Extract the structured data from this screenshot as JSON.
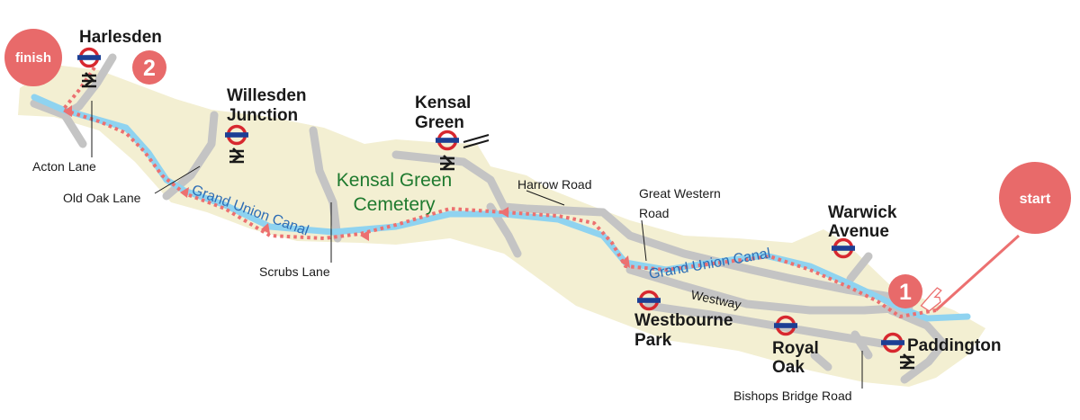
{
  "markers": {
    "finish": "finish",
    "start": "start",
    "waypoint_1": "1",
    "waypoint_2": "2"
  },
  "stations": {
    "harlesden": "Harlesden",
    "willesden_1": "Willesden",
    "willesden_2": "Junction",
    "kensal_1": "Kensal",
    "kensal_2": "Green",
    "warwick_1": "Warwick",
    "warwick_2": "Avenue",
    "westbourne_1": "Westbourne",
    "westbourne_2": "Park",
    "royal_1": "Royal",
    "royal_2": "Oak",
    "paddington": "Paddington"
  },
  "roads": {
    "acton_lane": "Acton Lane",
    "old_oak_lane": "Old Oak Lane",
    "scrubs_lane": "Scrubs Lane",
    "harrow_road": "Harrow Road",
    "great_western_1": "Great Western",
    "great_western_2": "Road",
    "westway": "Westway",
    "bishops_bridge": "Bishops Bridge Road"
  },
  "canal": {
    "label_west": "Grand Union Canal",
    "label_east": "Grand Union Canal"
  },
  "cemetery": {
    "line1": "Kensal Green",
    "line2": "Cemetery"
  },
  "colors": {
    "land": "#f3efd2",
    "road": "#c4c4c4",
    "canal": "#8fd3f0",
    "route": "#ec7070",
    "marker": "#e86a6a",
    "underground": "#d7282f",
    "underground_bar": "#1c3f94"
  }
}
